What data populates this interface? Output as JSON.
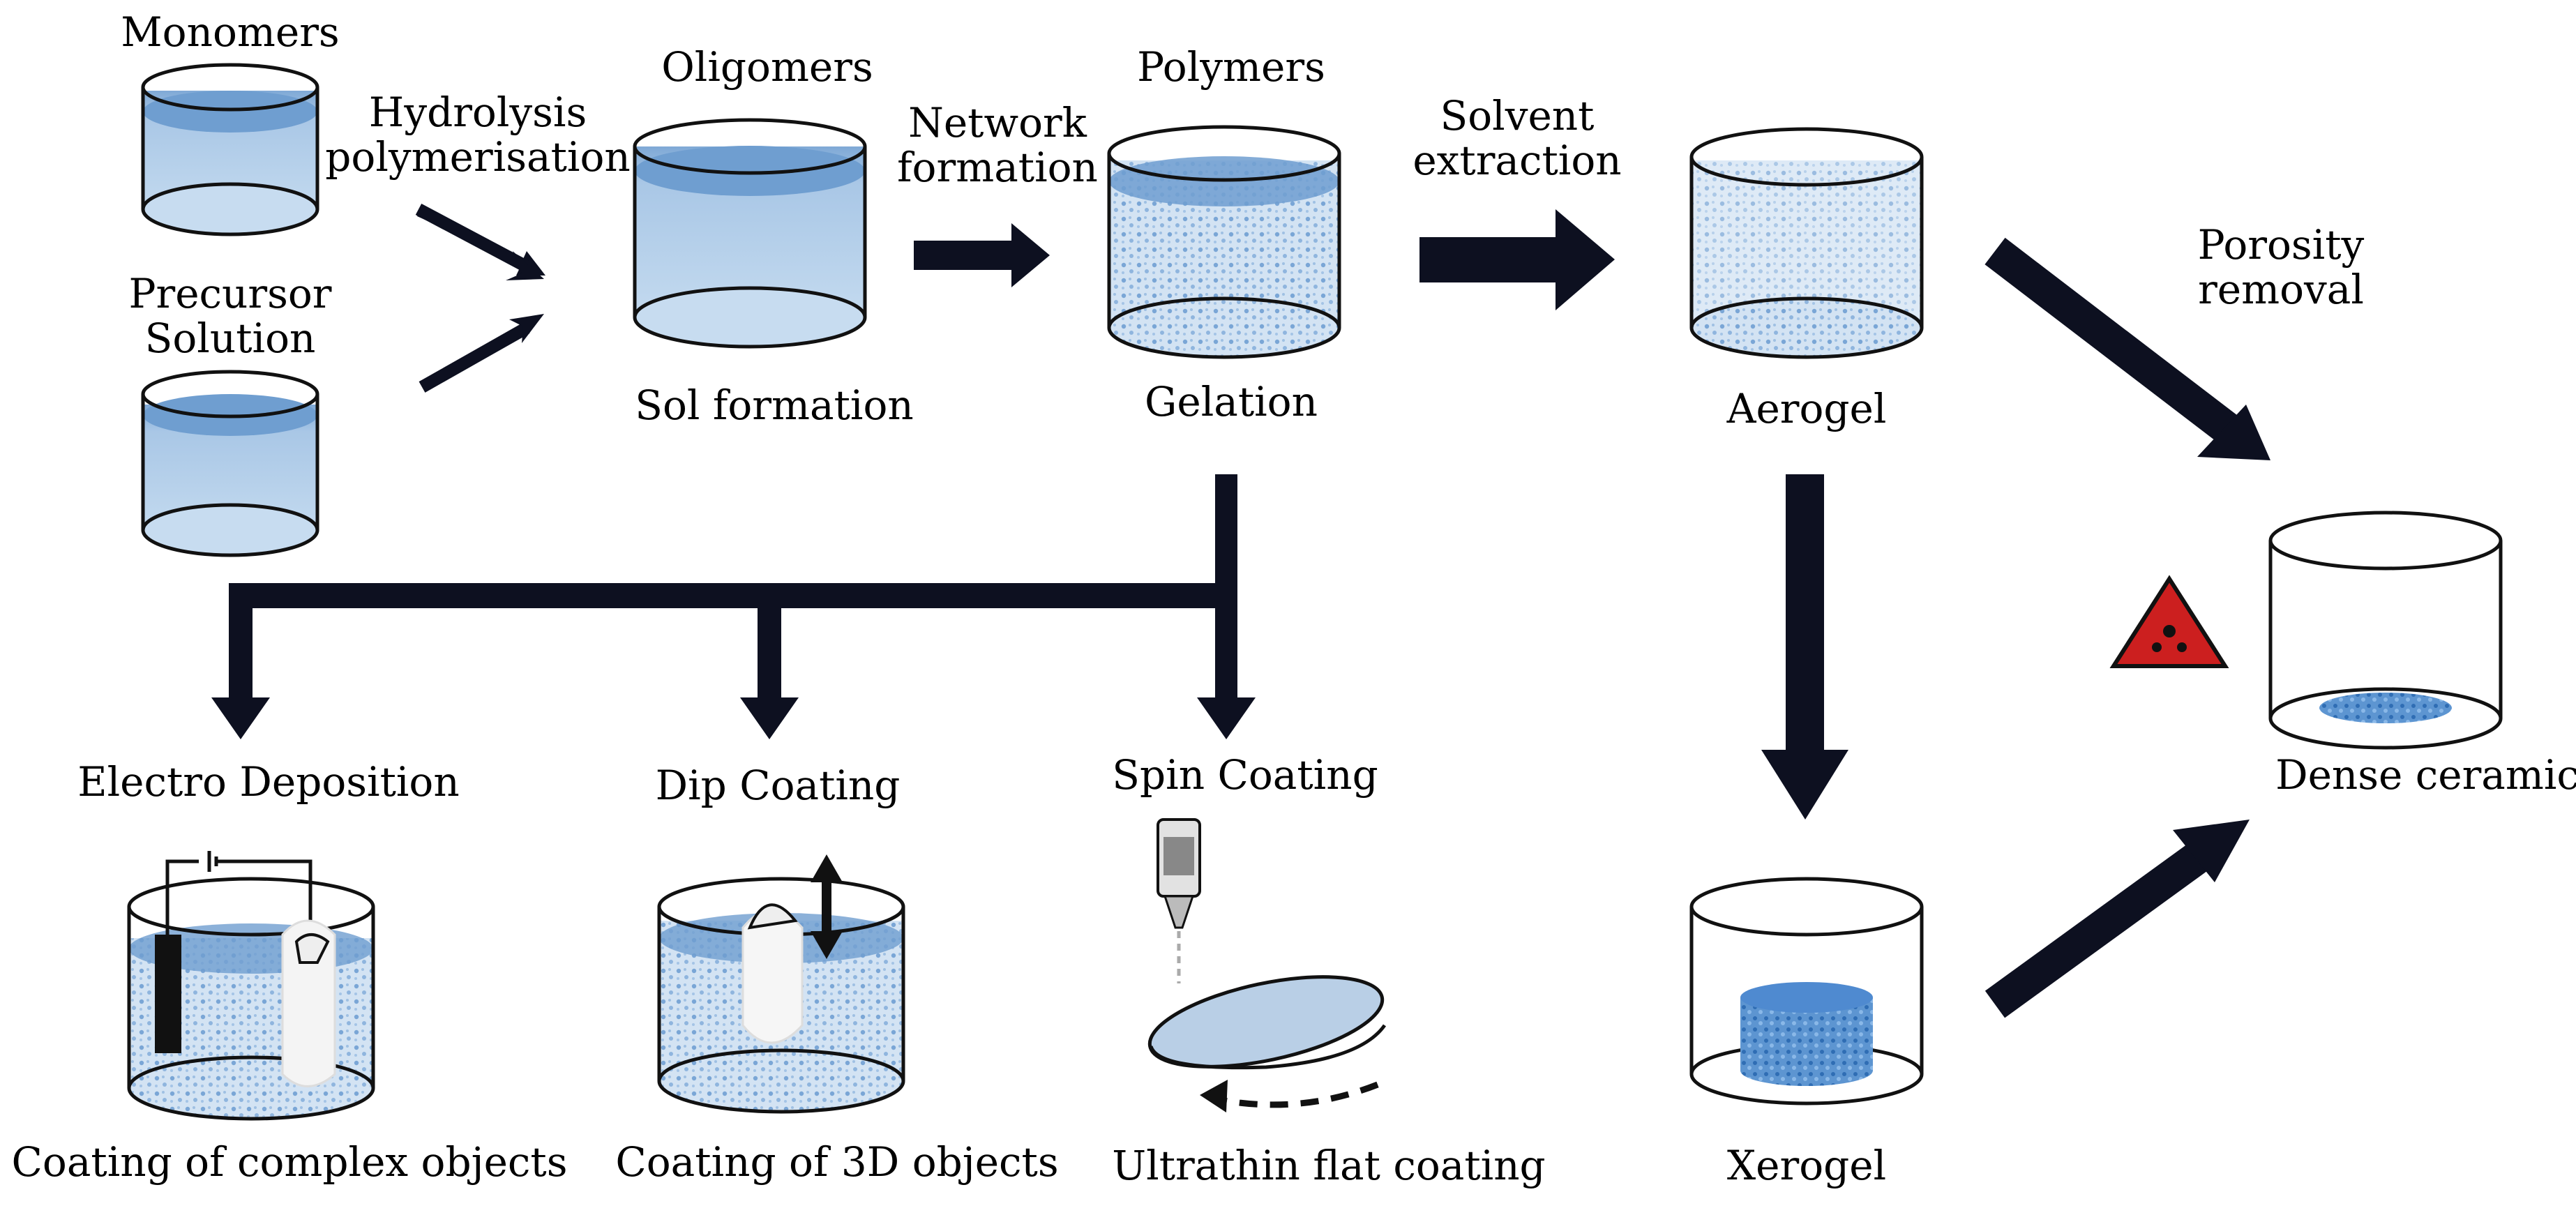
{
  "labels": {
    "monomers": "Monomers",
    "precursor_solution": "Precursor\nSolution",
    "hydrolysis": "Hydrolysis\npolymerisation",
    "oligomers": "Oligomers",
    "sol_formation": "Sol formation",
    "network_formation": "Network\nformation",
    "polymers": "Polymers",
    "gelation": "Gelation",
    "solvent_extraction": "Solvent\nextraction",
    "aerogel": "Aerogel",
    "porosity_removal": "Porosity\nremoval",
    "dense_ceramic": "Dense ceramic",
    "xerogel": "Xerogel",
    "electro_deposition": "Electro Deposition",
    "dip_coating": "Dip Coating",
    "spin_coating": "Spin Coating",
    "coating_complex": "Coating of complex objects",
    "coating_3d": "Coating of 3D objects",
    "ultrathin": "Ultrathin flat coating"
  },
  "colors": {
    "liquid": "#c6dcef",
    "liquid_dark": "#6e9fd1",
    "particle": "#4d86c6",
    "arrow": "#0d1020",
    "warning": "#cc1f1f"
  },
  "icons": {
    "warning": "warning-triangle-icon"
  }
}
